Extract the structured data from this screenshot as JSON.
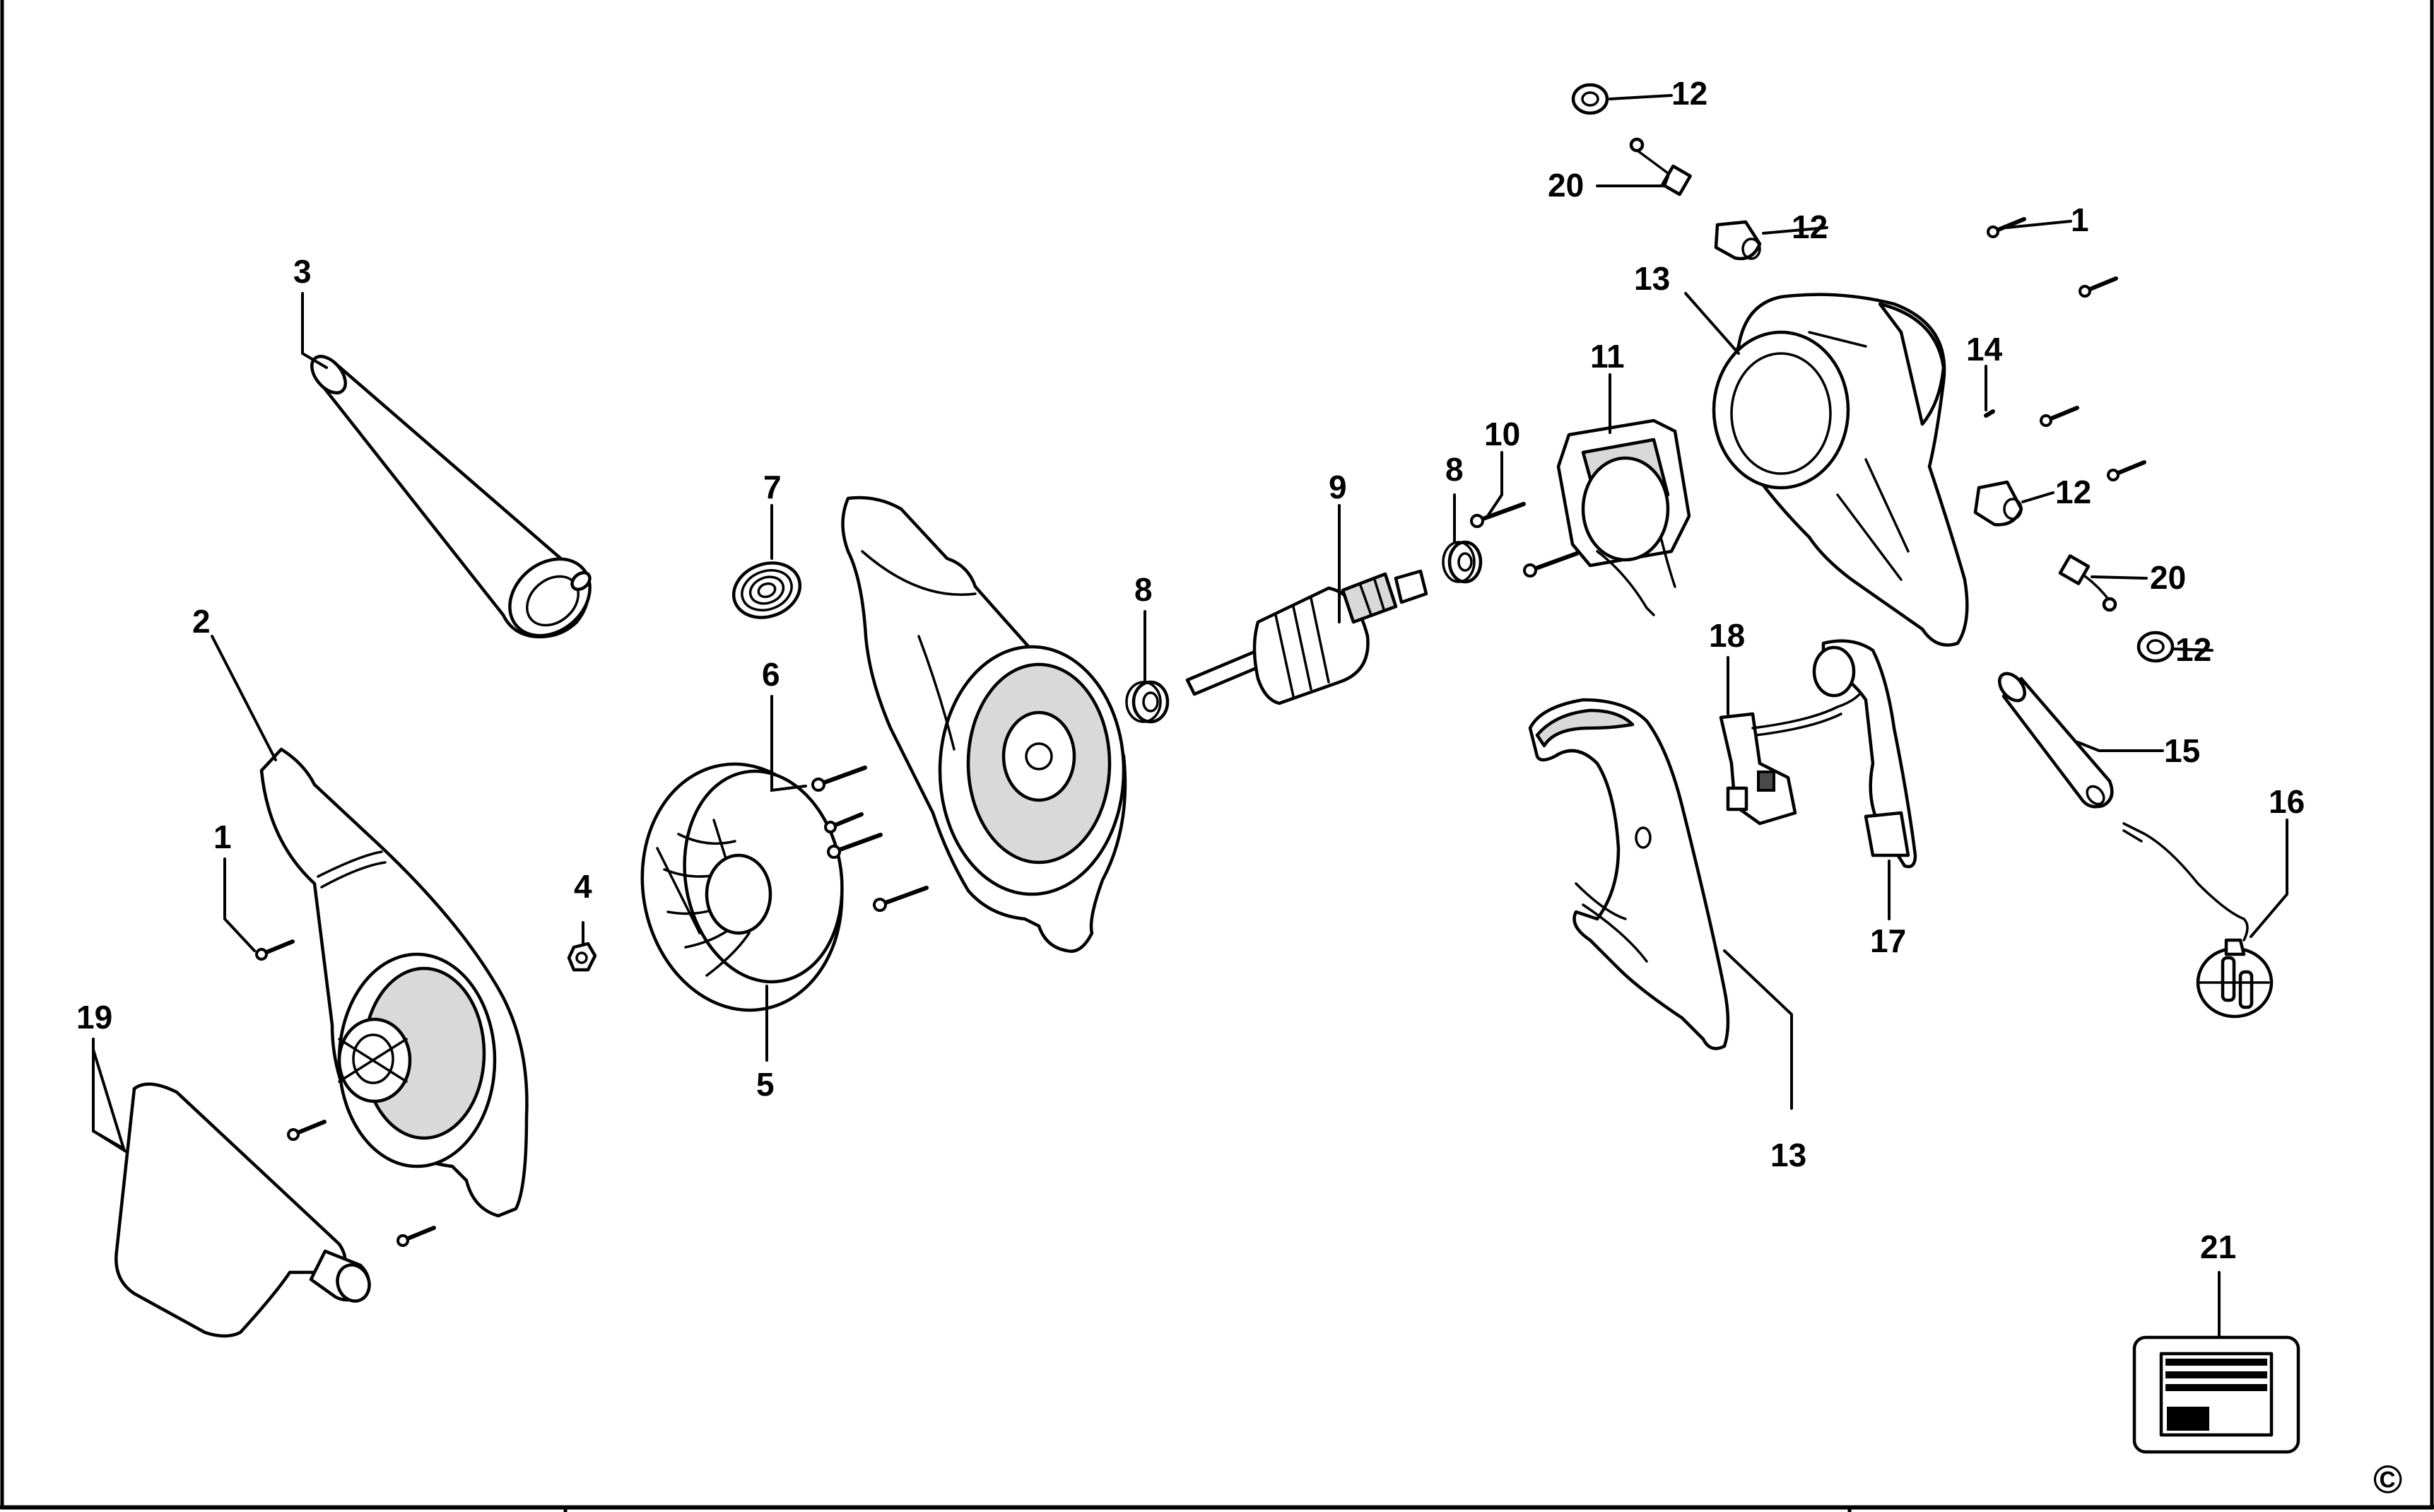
{
  "labels": {
    "p1a": "1",
    "p1b": "1",
    "p2": "2",
    "p3": "3",
    "p4": "4",
    "p5": "5",
    "p6": "6",
    "p7": "7",
    "p8a": "8",
    "p8b": "8",
    "p9": "9",
    "p10": "10",
    "p11": "11",
    "p12a": "12",
    "p12b": "12",
    "p12c": "12",
    "p12d": "12",
    "p13a": "13",
    "p13b": "13",
    "p14": "14",
    "p15": "15",
    "p16": "16",
    "p17": "17",
    "p18": "18",
    "p19": "19",
    "p20a": "20",
    "p20b": "20",
    "p21": "21"
  },
  "copyright_symbol": "©"
}
